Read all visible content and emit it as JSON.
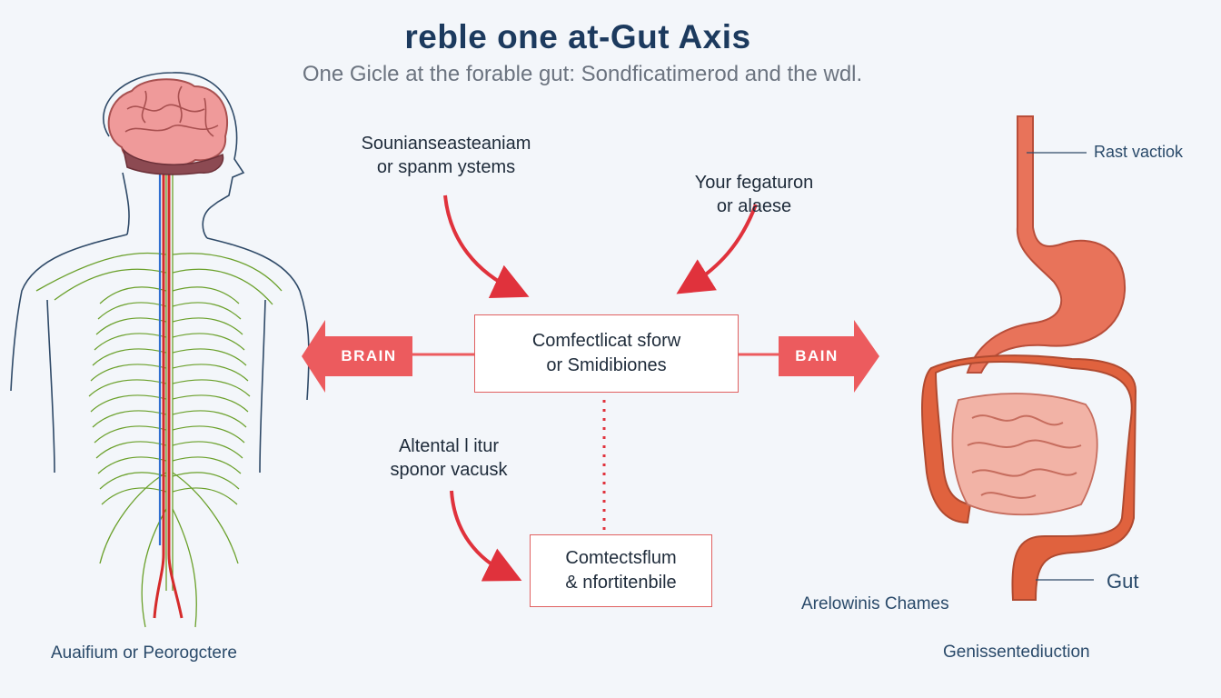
{
  "header": {
    "title": "reble one at-Gut Axis",
    "subtitle": "One Gicle at the forable gut: Sondficatimerod and the wdl."
  },
  "annotations": {
    "top_left_line1": "Sounianseasteaniam",
    "top_left_line2": "or spanm ystems",
    "top_right_line1": "Your fegaturon",
    "top_right_line2": "or alaese",
    "lower_left_line1": "Altental l itur",
    "lower_left_line2": "sponor vacusk"
  },
  "center_box": {
    "line1": "Comfectlicat sforw",
    "line2": "or Smidibiones"
  },
  "lower_box": {
    "line1": "Comtectsflum",
    "line2": "& nfortitenbile"
  },
  "arrows": {
    "left": "BRAIN",
    "right": "BAIN"
  },
  "labels": {
    "body_caption": "Auaifium or Peorogctere",
    "esophagus": "Rast vactiok",
    "gut": "Gut",
    "intestine": "Arelowinis Chames",
    "bottom_right": "Genissentediuction"
  },
  "colors": {
    "accent_red": "#e0323c",
    "arrow_fill": "#ec5b5e",
    "title_navy": "#1c3a5e",
    "nerve_green": "#6aa02a",
    "organ_orange": "#e8735a"
  }
}
